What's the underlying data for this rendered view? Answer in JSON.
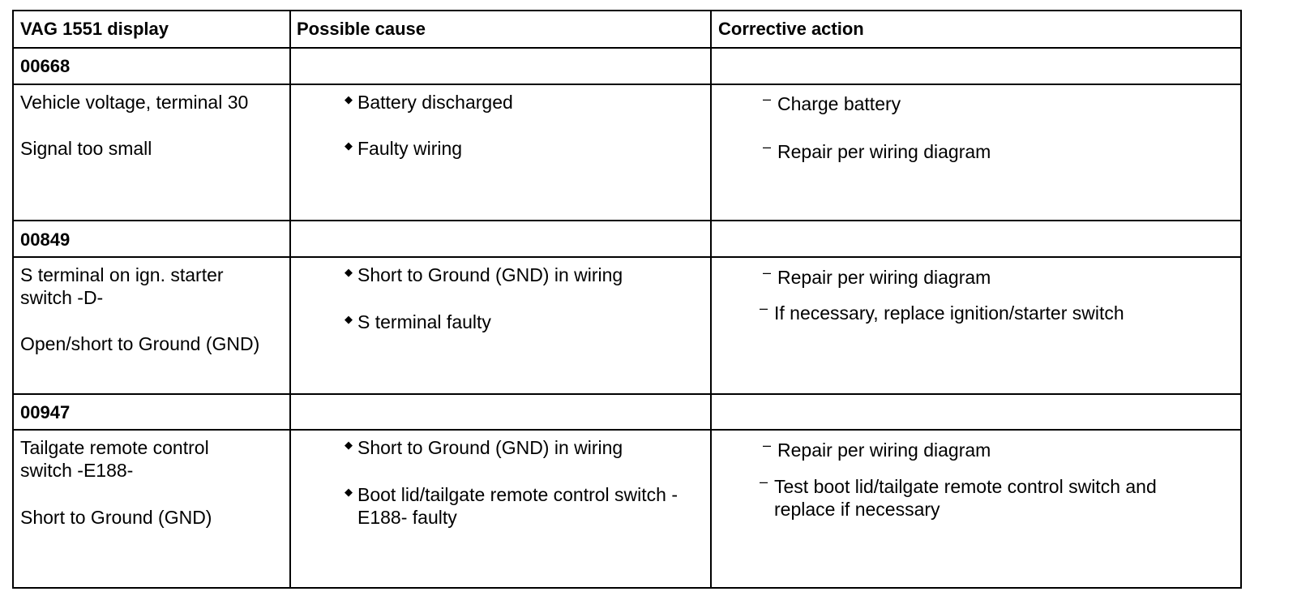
{
  "headers": {
    "display": "VAG 1551 display",
    "cause": "Possible cause",
    "action": "Corrective action"
  },
  "rows": [
    {
      "code": "00668",
      "display": [
        "Vehicle voltage, terminal 30",
        "Signal too small"
      ],
      "causes": [
        "Battery discharged",
        "Faulty wiring"
      ],
      "actions": [
        "Charge battery",
        "Repair per wiring diagram"
      ]
    },
    {
      "code": "00849",
      "display": [
        "S terminal on ign. starter",
        "switch -D-",
        "Open/short to Ground (GND)"
      ],
      "causes": [
        "Short to Ground (GND) in wiring",
        "S terminal faulty"
      ],
      "actions": [
        "Repair per wiring diagram",
        "If necessary, replace ignition/starter switch"
      ]
    },
    {
      "code": "00947",
      "display": [
        "Tailgate remote control",
        "switch -E188-",
        "Short to Ground (GND)"
      ],
      "causes": [
        "Short to Ground (GND) in wiring",
        "Boot lid/tailgate remote control switch -",
        "E188- faulty"
      ],
      "actions": [
        "Repair per wiring diagram",
        "Test boot lid/tailgate remote control switch and",
        "replace if necessary"
      ]
    }
  ]
}
